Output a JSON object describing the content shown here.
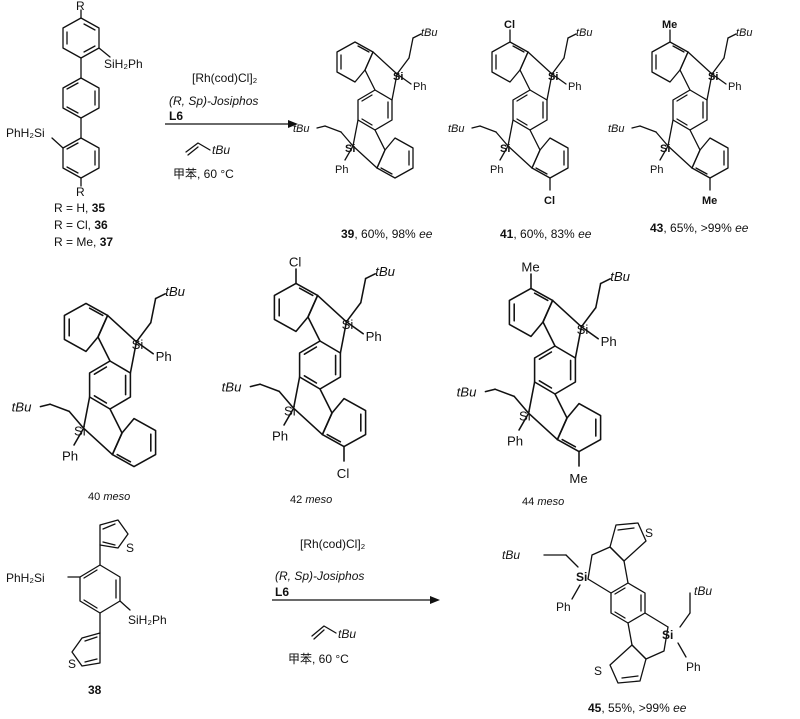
{
  "scheme_top": {
    "sm": {
      "r_top": "R",
      "r_bottom": "R",
      "sih2ph_right": "SiH₂Ph",
      "phh2si_left": "PhH₂Si",
      "legend": [
        {
          "text": "R = H, ",
          "num": "35"
        },
        {
          "text": "R = Cl, ",
          "num": "36"
        },
        {
          "text": "R = Me, ",
          "num": "37"
        }
      ]
    },
    "conditions": {
      "catalyst": "[Rh(cod)Cl]₂",
      "ligand": "(R, Sp)-Josiphos",
      "ligand_code": "L6",
      "alkene": "tBu",
      "solvent_temp": "甲苯, 60 °C"
    },
    "products": [
      {
        "num": "39",
        "yield": ", 60%, 98% ",
        "ee": "ee",
        "sub": ""
      },
      {
        "num": "41",
        "yield": ", 60%, 83% ",
        "ee": "ee",
        "sub": "Cl"
      },
      {
        "num": "43",
        "yield": ", 65%, >99% ",
        "ee": "ee",
        "sub": "Me"
      }
    ]
  },
  "meso_row": [
    {
      "num": "40",
      "tag": "meso",
      "sub": ""
    },
    {
      "num": "42",
      "tag": "meso",
      "sub": "Cl"
    },
    {
      "num": "44",
      "tag": "meso",
      "sub": "Me"
    }
  ],
  "scheme_bottom": {
    "sm_num": "38",
    "phh2si": "PhH₂Si",
    "sih2ph": "SiH₂Ph",
    "s": "S",
    "conditions": {
      "catalyst": "[Rh(cod)Cl]₂",
      "ligand": "(R, Sp)-Josiphos",
      "ligand_code": "L6",
      "alkene": "tBu",
      "solvent_temp": "甲苯, 60 °C"
    },
    "product": {
      "num": "45",
      "yield": ", 55%, >99% ",
      "ee": "ee"
    }
  },
  "atoms": {
    "si": "Si",
    "ph": "Ph",
    "tbu": "tBu",
    "s": "S"
  }
}
